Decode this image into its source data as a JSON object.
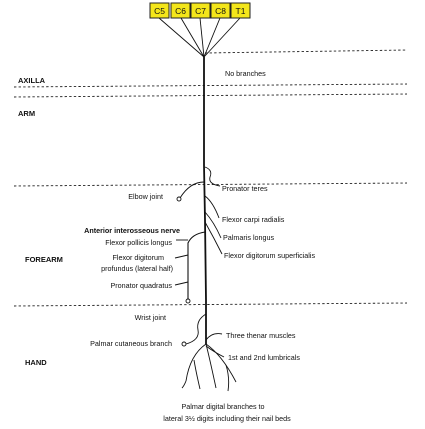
{
  "roots": [
    "C5",
    "C6",
    "C7",
    "C8",
    "T1"
  ],
  "regions": {
    "axilla": "AXILLA",
    "arm": "ARM",
    "forearm": "FOREARM",
    "hand": "HAND"
  },
  "axilla_note": "No branches",
  "forearm_right": {
    "pronator_teres": "Pronator teres",
    "flexor_carpi_radialis": "Flexor carpi radialis",
    "palmaris_longus": "Palmaris longus",
    "flexor_digitorum_superficialis": "Flexor digitorum superficialis"
  },
  "forearm_left": {
    "elbow_joint": "Elbow joint",
    "anterior_interosseous_nerve": "Anterior interosseous nerve",
    "flexor_pollicis_longus": "Flexor pollicis longus",
    "flexor_digitorum_line1": "Flexor digitorum",
    "flexor_digitorum_line2": "profundus (lateral half)",
    "pronator_quadratus": "Pronator quadratus"
  },
  "hand_left": {
    "wrist_joint": "Wrist joint",
    "palmar_cutaneous_branch": "Palmar cutaneous branch"
  },
  "hand_right": {
    "thenar_muscles": "Three thenar muscles",
    "lumbricals": "1st and 2nd lumbricals"
  },
  "digital_branches": {
    "line1": "Palmar digital branches to",
    "line2": "lateral 3½ digits including their nail beds"
  }
}
